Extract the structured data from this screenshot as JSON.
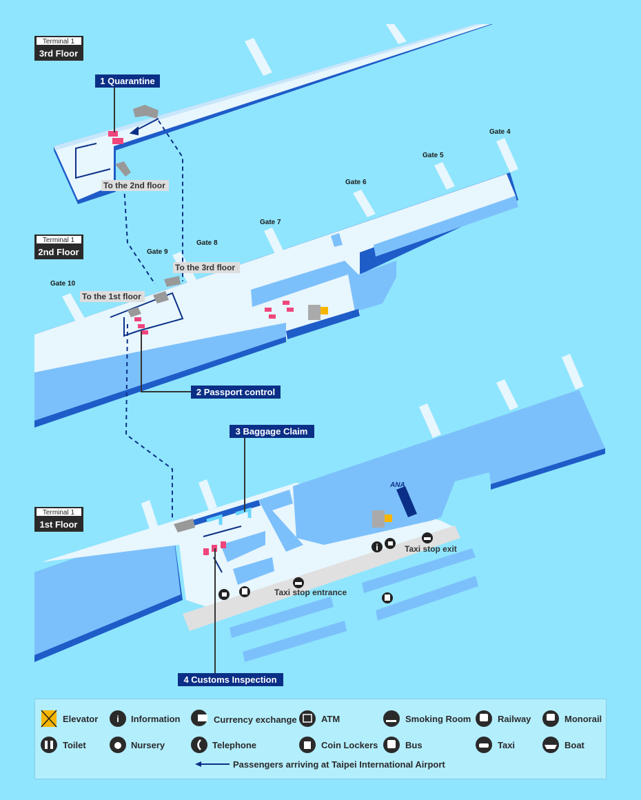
{
  "floors": [
    {
      "terminal": "Terminal 1",
      "name": "3rd Floor"
    },
    {
      "terminal": "Terminal 1",
      "name": "2nd Floor"
    },
    {
      "terminal": "Terminal 1",
      "name": "1st Floor"
    }
  ],
  "steps": [
    {
      "label": "1 Quarantine"
    },
    {
      "label": "2 Passport control"
    },
    {
      "label": "3 Baggage Claim"
    },
    {
      "label": "4 Customs Inspection"
    }
  ],
  "gates": [
    "Gate 4",
    "Gate 5",
    "Gate 6",
    "Gate 7",
    "Gate 8",
    "Gate 9",
    "Gate 10"
  ],
  "directions": {
    "to_2nd": "To the 2nd floor",
    "to_3rd": "To the 3rd floor",
    "to_1st": "To the 1st floor",
    "taxi_exit": "Taxi stop exit",
    "taxi_entrance": "Taxi stop entrance",
    "airline": "ANA"
  },
  "legend": {
    "items": [
      {
        "label": "Elevator",
        "icon": "elevator-icon"
      },
      {
        "label": "Information",
        "icon": "information-icon"
      },
      {
        "label": "Currency exchange",
        "icon": "currency-exchange-icon"
      },
      {
        "label": "ATM",
        "icon": "atm-icon"
      },
      {
        "label": "Smoking Room",
        "icon": "smoking-room-icon"
      },
      {
        "label": "Railway",
        "icon": "railway-icon"
      },
      {
        "label": "Monorail",
        "icon": "monorail-icon"
      },
      {
        "label": "Toilet",
        "icon": "toilet-icon"
      },
      {
        "label": "Nursery",
        "icon": "nursery-icon"
      },
      {
        "label": "Telephone",
        "icon": "telephone-icon"
      },
      {
        "label": "Coin Lockers",
        "icon": "coin-lockers-icon"
      },
      {
        "label": "Bus",
        "icon": "bus-icon"
      },
      {
        "label": "Taxi",
        "icon": "taxi-icon"
      },
      {
        "label": "Boat",
        "icon": "boat-icon"
      }
    ],
    "arrow_label": "Passengers arriving at Taipei International Airport"
  },
  "colors": {
    "background": "#8fe5fd",
    "floor": "#e8f6fd",
    "edge": "#1e5cc8",
    "block": "#7cc0fb",
    "step_box": "#0b2f86",
    "counter": "#f0457c",
    "elevator": "#f7b500"
  }
}
